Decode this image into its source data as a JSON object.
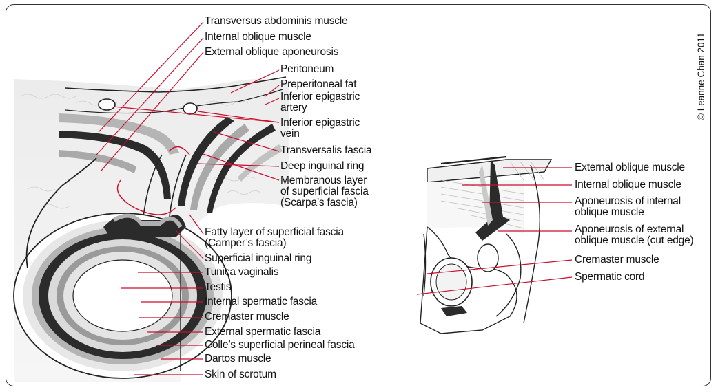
{
  "copyright": "© Leanne Chan 2011",
  "left_figure_labels": [
    {
      "id": "transversus",
      "text": "Transversus abdominis muscle"
    },
    {
      "id": "internal-oblique",
      "text": "Internal oblique muscle"
    },
    {
      "id": "external-oblique-apo",
      "text": "External oblique aponeurosis"
    },
    {
      "id": "peritoneum",
      "text": "Peritoneum"
    },
    {
      "id": "preperitoneal",
      "text": "Preperitoneal fat"
    },
    {
      "id": "inf-epi-artery",
      "text": "Inferior epigastric\nartery"
    },
    {
      "id": "inf-epi-vein",
      "text": "Inferior epigastric\nvein"
    },
    {
      "id": "transversalis",
      "text": "Transversalis fascia"
    },
    {
      "id": "deep-ring",
      "text": "Deep inguinal ring"
    },
    {
      "id": "membranous",
      "text": "Membranous layer\nof superficial fascia\n(Scarpa’s fascia)"
    },
    {
      "id": "fatty",
      "text": "Fatty layer of superficial fascia\n(Camper’s fascia)"
    },
    {
      "id": "superficial-ring",
      "text": "Superficial inguinal ring"
    },
    {
      "id": "tunica",
      "text": "Tunica vaginalis"
    },
    {
      "id": "testis",
      "text": "Testis"
    },
    {
      "id": "int-sperm",
      "text": "Internal spermatic fascia"
    },
    {
      "id": "cremaster-left",
      "text": "Cremaster muscle"
    },
    {
      "id": "ext-sperm",
      "text": "External spermatic fascia"
    },
    {
      "id": "colles",
      "text": "Colle’s superficial perineal fascia"
    },
    {
      "id": "dartos",
      "text": "Dartos muscle"
    },
    {
      "id": "skin",
      "text": "Skin of scrotum"
    }
  ],
  "right_figure_labels": [
    {
      "id": "ext-oblique-muscle",
      "text": "External oblique muscle"
    },
    {
      "id": "int-oblique-muscle",
      "text": "Internal oblique muscle"
    },
    {
      "id": "apo-internal",
      "text": "Aponeurosis of internal\noblique muscle"
    },
    {
      "id": "apo-external",
      "text": "Aponeurosis of external\noblique muscle (cut edge)"
    },
    {
      "id": "cremaster-right",
      "text": "Cremaster muscle"
    },
    {
      "id": "spermatic-cord",
      "text": "Spermatic cord"
    }
  ],
  "colors": {
    "leader": "#c8102e",
    "ink": "#111111",
    "dark_layer": "#2b2b2b",
    "mid_layer": "#9a9a9a",
    "light_layer": "#d0d0d0",
    "fat": "#f2f2f2"
  }
}
